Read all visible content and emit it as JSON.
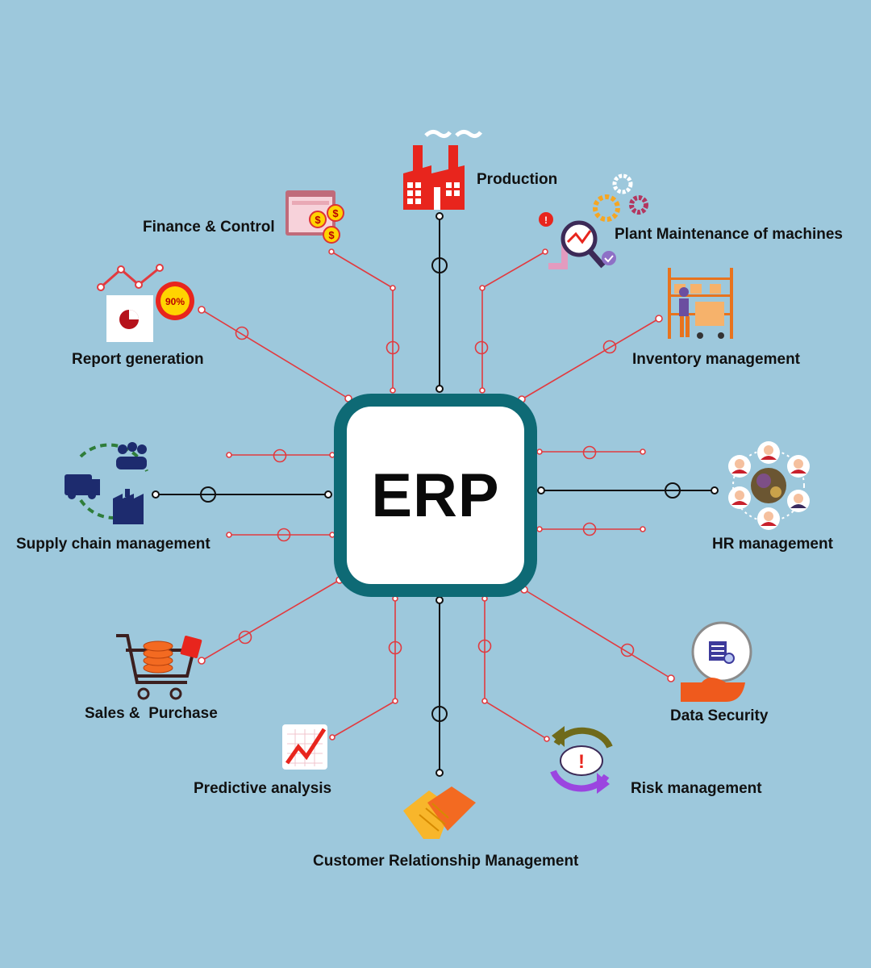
{
  "center": {
    "label": "ERP"
  },
  "modules": [
    {
      "id": "production",
      "label": "Production",
      "icon": "factory-icon"
    },
    {
      "id": "plant-maintenance",
      "label": "Plant Maintenance of machines",
      "icon": "maintenance-gears-icon"
    },
    {
      "id": "finance",
      "label": "Finance & Control",
      "icon": "finance-invoice-icon"
    },
    {
      "id": "inventory",
      "label": "Inventory management",
      "icon": "warehouse-shelf-icon"
    },
    {
      "id": "report",
      "label": "Report generation",
      "icon": "report-chart-icon"
    },
    {
      "id": "hr",
      "label": "HR management",
      "icon": "people-globe-icon"
    },
    {
      "id": "supply-chain",
      "label": "Supply chain management",
      "icon": "supply-chain-icon"
    },
    {
      "id": "sales",
      "label": "Sales &  Purchase",
      "icon": "shopping-cart-icon"
    },
    {
      "id": "data-security",
      "label": "Data Security",
      "icon": "data-security-icon"
    },
    {
      "id": "predictive",
      "label": "Predictive analysis",
      "icon": "trend-chart-icon"
    },
    {
      "id": "risk",
      "label": "Risk management",
      "icon": "risk-cycle-icon"
    },
    {
      "id": "crm",
      "label": "Customer Relationship Management",
      "icon": "handshake-icon"
    }
  ],
  "colors": {
    "background": "#9dc8dc",
    "hub_border": "#0e6a75",
    "connector_red": "#e23a3f",
    "connector_dark": "#111111"
  }
}
